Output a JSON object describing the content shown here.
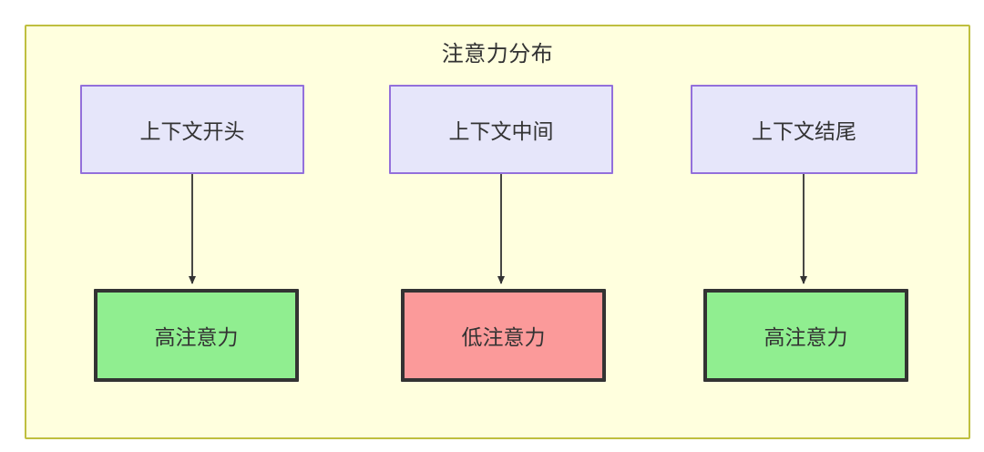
{
  "diagram": {
    "title": "注意力分布",
    "background_color": "#ffffde",
    "border_color": "#bfbf3f",
    "type": "flowchart",
    "nodes": [
      {
        "id": "ctx-start",
        "label": "上下文开头",
        "group": "source",
        "fill": "#e6e6fa",
        "stroke": "#9370db"
      },
      {
        "id": "ctx-middle",
        "label": "上下文中间",
        "group": "source",
        "fill": "#e6e6fa",
        "stroke": "#9370db"
      },
      {
        "id": "ctx-end",
        "label": "上下文结尾",
        "group": "source",
        "fill": "#e6e6fa",
        "stroke": "#9370db"
      },
      {
        "id": "attn-high-left",
        "label": "高注意力",
        "group": "result",
        "fill": "#90ee90",
        "stroke": "#333333"
      },
      {
        "id": "attn-low-middle",
        "label": "低注意力",
        "group": "result",
        "fill": "#fb9a9a",
        "stroke": "#333333"
      },
      {
        "id": "attn-high-right",
        "label": "高注意力",
        "group": "result",
        "fill": "#90ee90",
        "stroke": "#333333"
      }
    ],
    "edges": [
      {
        "from": "ctx-start",
        "to": "attn-high-left",
        "style": "solid-arrow"
      },
      {
        "from": "ctx-middle",
        "to": "attn-low-middle",
        "style": "solid-arrow"
      },
      {
        "from": "ctx-end",
        "to": "attn-high-right",
        "style": "solid-arrow"
      }
    ],
    "edge_color": "#333333"
  }
}
